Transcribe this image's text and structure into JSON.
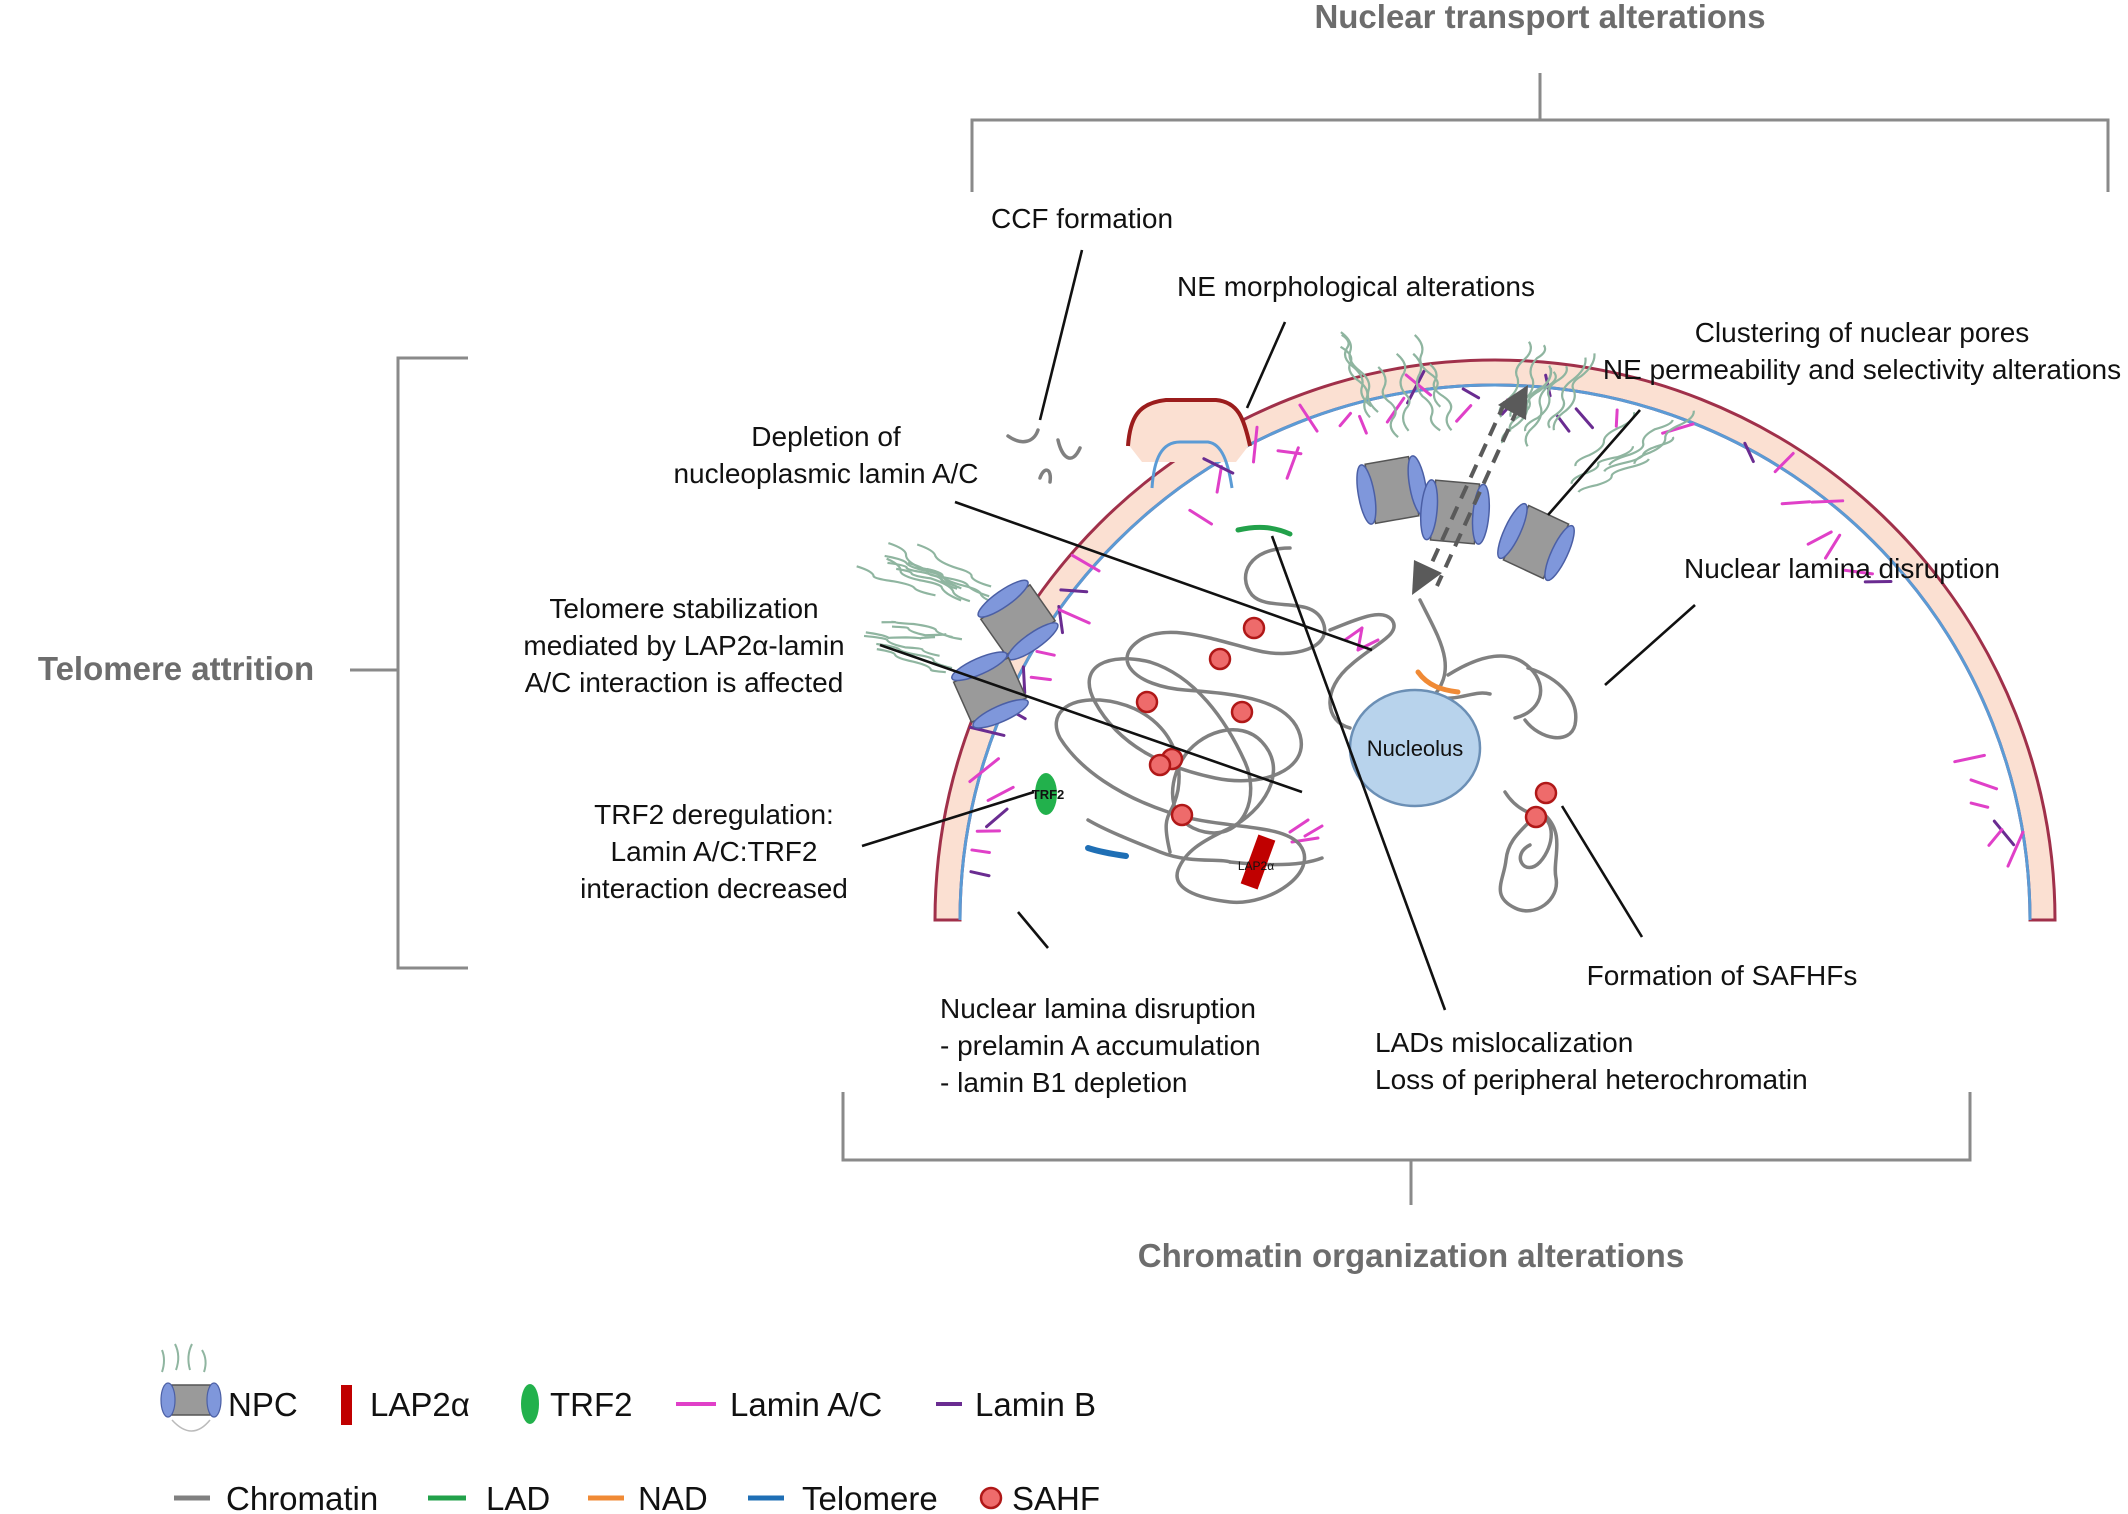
{
  "headers": {
    "nuclear_transport": "Nuclear transport alterations",
    "chromatin_organization": "Chromatin organization alterations",
    "telomere": "Telomere attrition"
  },
  "labels": {
    "ccf": "CCF formation",
    "ne_morph": "NE morphological alterations",
    "clustering": [
      "Clustering of nuclear pores",
      "NE permeability and selectivity alterations"
    ],
    "depletion": [
      "Depletion of",
      "nucleoplasmic lamin A/C"
    ],
    "telomere_stab": [
      "Telomere stabilization",
      "mediated by LAP2α-lamin",
      "A/C interaction is affected"
    ],
    "lamina_right": "Nuclear lamina disruption",
    "trf2_dereg": [
      "TRF2 deregulation:",
      "Lamin A/C:TRF2",
      "interaction decreased"
    ],
    "safhf": "Formation of SAFHFs",
    "lamina_bottom": [
      "Nuclear lamina disruption",
      "- prelamin A accumulation",
      "- lamin B1 depletion"
    ],
    "lads": [
      "LADs mislocalization",
      "Loss of peripheral heterochromatin"
    ],
    "nucleolus": "Nucleolus",
    "trf2_marker": "TRF2",
    "lap2_marker": "LAP2α"
  },
  "legend": {
    "row1": [
      "NPC",
      "LAP2α",
      "TRF2",
      "Lamin A/C",
      "Lamin B"
    ],
    "row2": [
      "Chromatin",
      "LAD",
      "NAD",
      "Telomere",
      "SAHF"
    ]
  },
  "colors": {
    "envelope_fill": "#fbe0d2",
    "envelope_outer": "#a0304a",
    "inner_membrane": "#5b9bd5",
    "bleb_outline": "#9b1c1c",
    "lamin_ac": "#e040c8",
    "lamin_b": "#6a2c91",
    "chromatin": "#808080",
    "lad": "#22a14a",
    "nad": "#f08a35",
    "telomere": "#1f6fb5",
    "sahf_fill": "#ee6b6b",
    "sahf_stroke": "#b01818",
    "lap2a": "#c00000",
    "trf2": "#22b14c",
    "nucleolus_fill": "#b8d3ec",
    "nucleolus_stroke": "#6b8fb5",
    "npc_core": "#9a9a9a",
    "npc_ring": "#7f97db",
    "npc_fibril": "#8fb5a0",
    "bracket": "#8a8a8a",
    "header_text": "#6d6d6d"
  },
  "icons": {
    "npc": "nuclear-pore-icon",
    "lap2a": "lap2a-bar-icon",
    "trf2": "trf2-ellipse-icon",
    "sahf": "sahf-circle-icon"
  }
}
